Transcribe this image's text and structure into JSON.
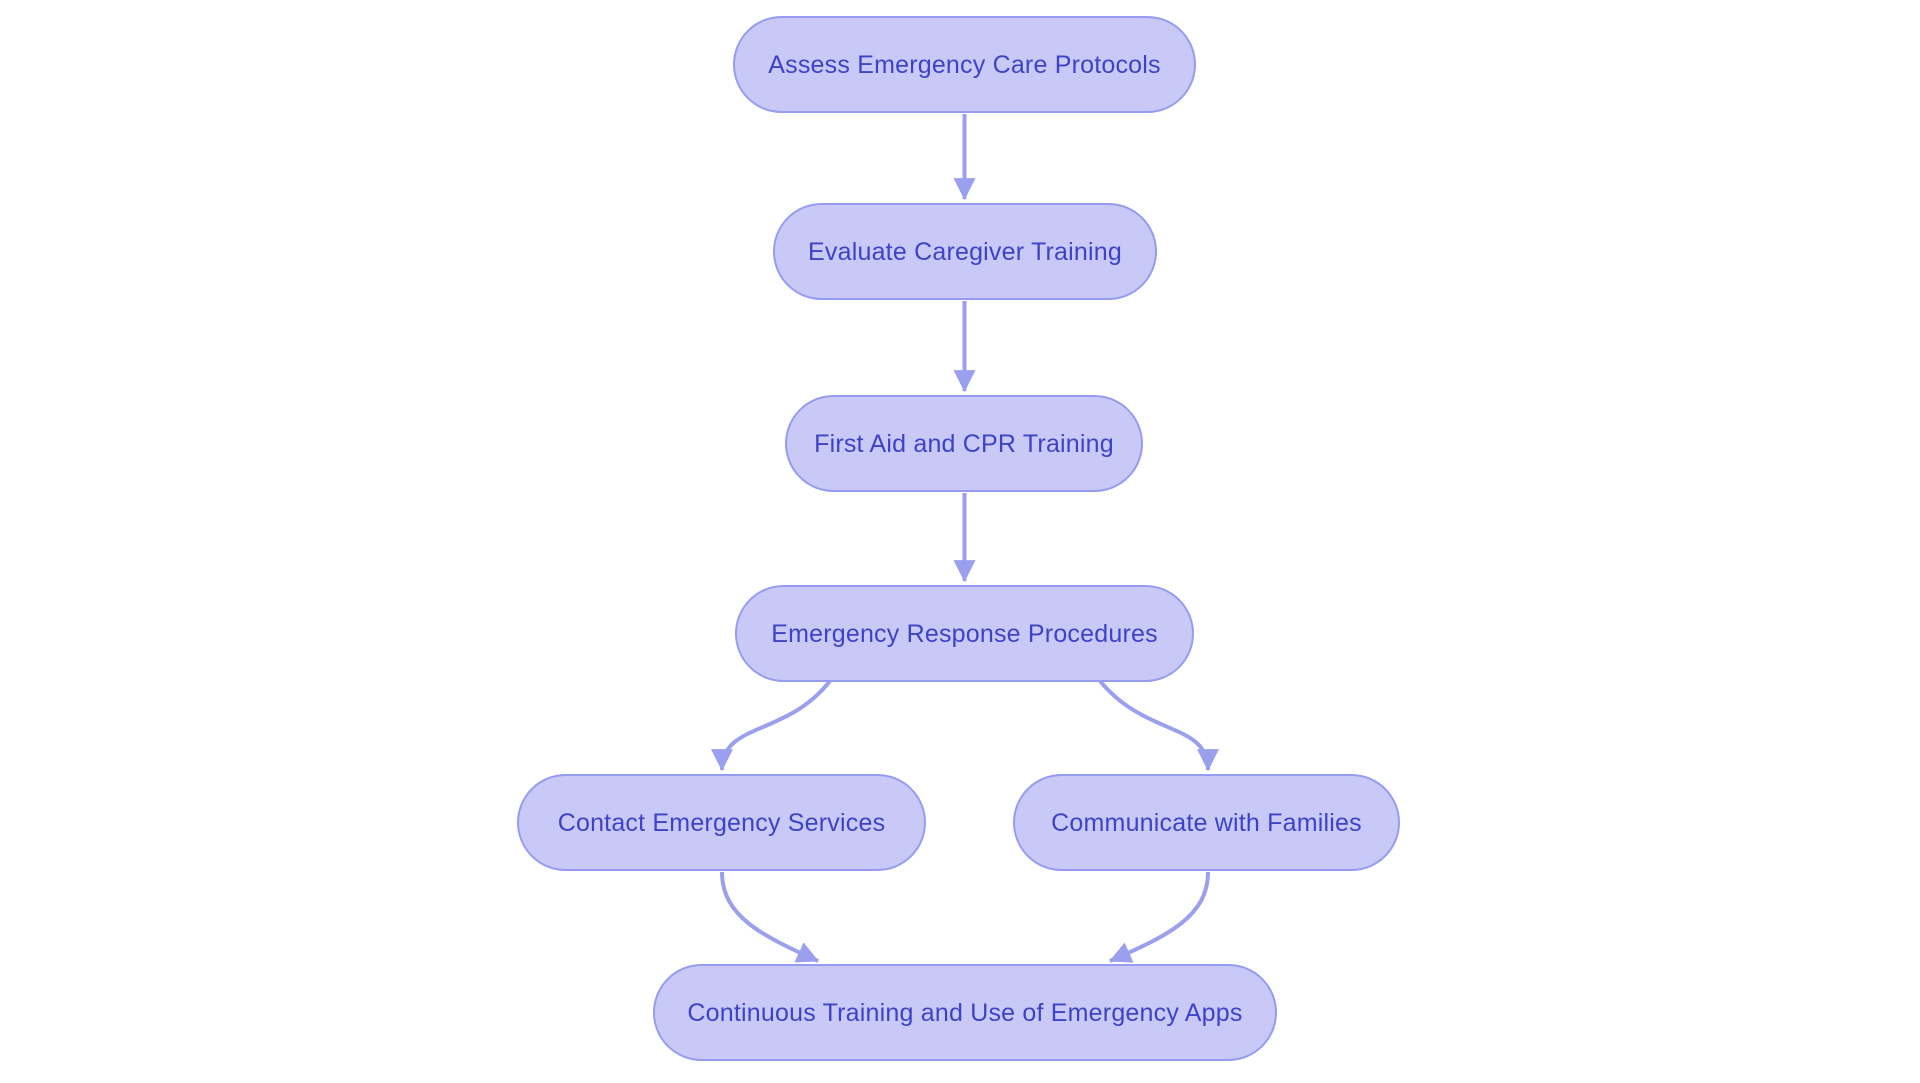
{
  "diagram": {
    "type": "flowchart",
    "direction": "top-down",
    "node_shape": "rounded-pill"
  },
  "colors": {
    "node-fill": "#c8c9f7",
    "node-border": "#969cf0",
    "node-text": "#3d43c6",
    "edge": "#9aa0ee",
    "background": "#ffffff"
  },
  "nodes": [
    {
      "id": "assess-emergency-care-protocols",
      "label": "Assess Emergency Care Protocols"
    },
    {
      "id": "evaluate-caregiver-training",
      "label": "Evaluate Caregiver Training"
    },
    {
      "id": "first-aid-and-cpr-training",
      "label": "First Aid and CPR Training"
    },
    {
      "id": "emergency-response-procedures",
      "label": "Emergency Response Procedures"
    },
    {
      "id": "contact-emergency-services",
      "label": "Contact Emergency Services"
    },
    {
      "id": "communicate-with-families",
      "label": "Communicate with Families"
    },
    {
      "id": "continuous-training-and-use-of-emergency-apps",
      "label": "Continuous Training and Use of Emergency Apps"
    }
  ],
  "edges": [
    {
      "from": "assess-emergency-care-protocols",
      "to": "evaluate-caregiver-training"
    },
    {
      "from": "evaluate-caregiver-training",
      "to": "first-aid-and-cpr-training"
    },
    {
      "from": "first-aid-and-cpr-training",
      "to": "emergency-response-procedures"
    },
    {
      "from": "emergency-response-procedures",
      "to": "contact-emergency-services"
    },
    {
      "from": "emergency-response-procedures",
      "to": "communicate-with-families"
    },
    {
      "from": "contact-emergency-services",
      "to": "continuous-training-and-use-of-emergency-apps"
    },
    {
      "from": "communicate-with-families",
      "to": "continuous-training-and-use-of-emergency-apps"
    }
  ]
}
